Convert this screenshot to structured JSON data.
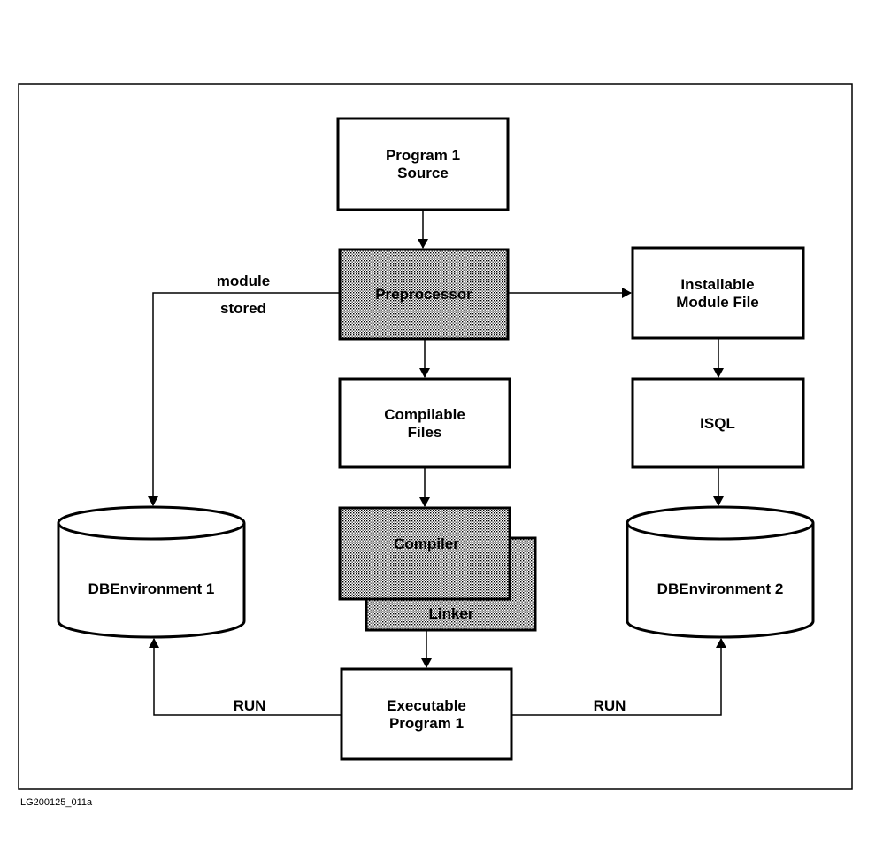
{
  "colors": {
    "ink": "#000000",
    "shade": "#b9b9b9",
    "paper": "#ffffff"
  },
  "boxes": {
    "program_source": {
      "line1": "Program 1",
      "line2": "Source"
    },
    "preprocessor": {
      "label": "Preprocessor"
    },
    "installable_module": {
      "line1": "Installable",
      "line2": "Module File"
    },
    "compilable_files": {
      "line1": "Compilable",
      "line2": "Files"
    },
    "isql": {
      "label": "ISQL"
    },
    "compiler": {
      "label": "Compiler"
    },
    "linker": {
      "label": "Linker"
    },
    "executable": {
      "line1": "Executable",
      "line2": "Program 1"
    }
  },
  "databases": {
    "db1": {
      "label": "DBEnvironment 1"
    },
    "db2": {
      "label": "DBEnvironment 2"
    }
  },
  "edge_labels": {
    "module_line1": "module",
    "module_line2": "stored",
    "run_left": "RUN",
    "run_right": "RUN"
  },
  "figure_id": "LG200125_011a"
}
